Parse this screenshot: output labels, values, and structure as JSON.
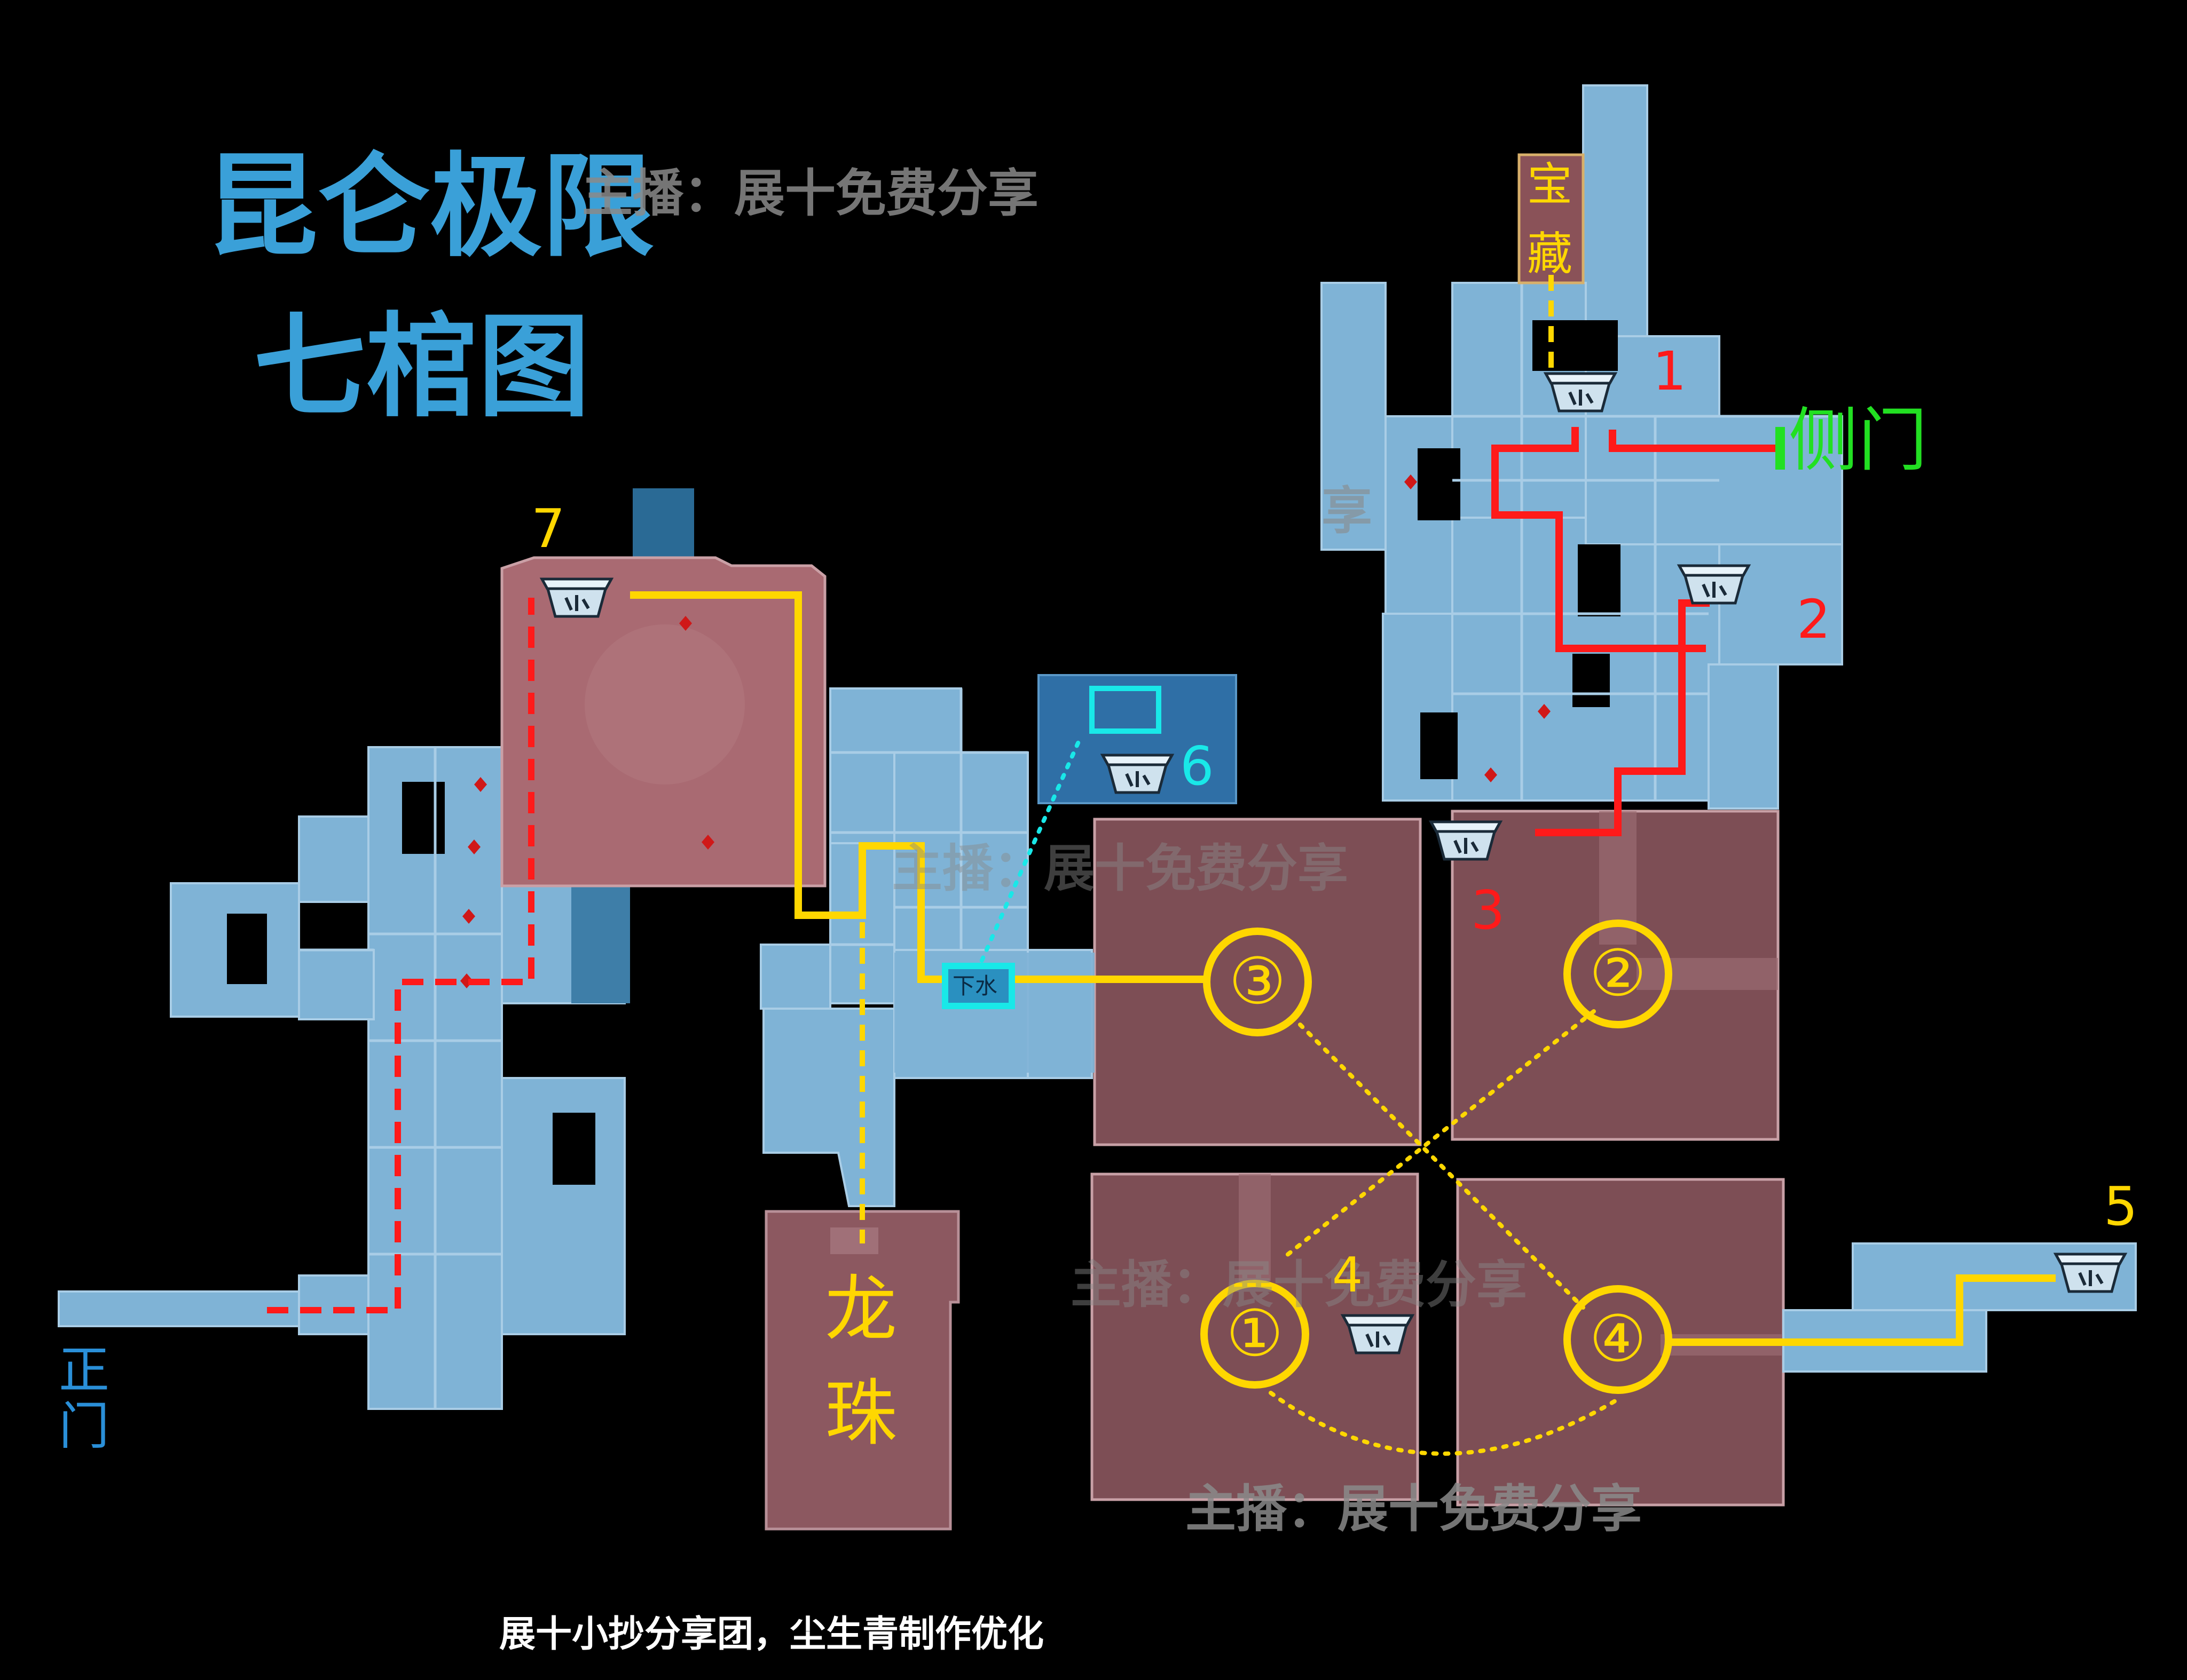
{
  "title_line1": "昆仑极限",
  "title_line2": "七棺图",
  "credit": "展十小抄分享团，尘生青制作优化",
  "watermarks": {
    "top": "主播：展十免费分享",
    "right_fragment": "享",
    "middle": "主播：展十免费分享",
    "lower": "主播：展十免费分享",
    "bottom": "主播：展十免费分享"
  },
  "labels": {
    "main_entrance": [
      "正",
      "门"
    ],
    "side_door": "侧门",
    "treasure": [
      "宝",
      "藏"
    ],
    "dragon_pearl": [
      "龙",
      "珠"
    ],
    "dive": "下水"
  },
  "coffins": [
    {
      "number": "1",
      "label_color": "#ff1a1a"
    },
    {
      "number": "2",
      "label_color": "#ff1a1a"
    },
    {
      "number": "3",
      "label_color": "#ff1a1a"
    },
    {
      "number": "4",
      "label_color": "#ffd700"
    },
    {
      "number": "5",
      "label_color": "#ffd700"
    },
    {
      "number": "6",
      "label_color": "#19e8e8"
    },
    {
      "number": "7",
      "label_color": "#ffd700"
    }
  ],
  "circled_markers": [
    "①",
    "②",
    "③",
    "④"
  ],
  "colors": {
    "title_blue": "#3aa0d8",
    "room_blue": "#6aaed6",
    "room_dark_blue": "#2e6f9e",
    "room_red": "#7a4a52",
    "path_yellow": "#ffd700",
    "path_red": "#ff1a1a",
    "side_door_green": "#22e022",
    "dive_cyan": "#19e8e8",
    "watermark_gray": "#8a8a8a"
  }
}
